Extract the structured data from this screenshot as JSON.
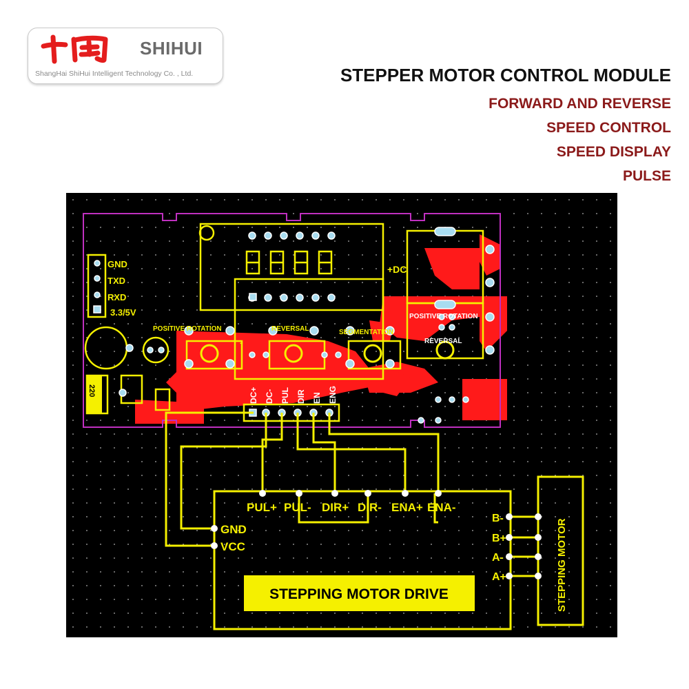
{
  "header": {
    "brand": "SHIHUI",
    "company": "ShangHai ShiHui Intelligent Technology Co. , Ltd.",
    "title": "STEPPER MOTOR CONTROL MODULE",
    "features": [
      "FORWARD AND REVERSE",
      "SPEED CONTROL",
      "SPEED DISPLAY",
      "PULSE"
    ]
  },
  "board": {
    "serial_pins": [
      "GND",
      "TXD",
      "RXD",
      "3.3/5V"
    ],
    "button_labels": {
      "left": "POSITIVE ROTATION",
      "middle": "REVERSAL",
      "right": "SEGMENTATION"
    },
    "side_labels": {
      "positive": "POSITIVE ROTATION",
      "reversal": "REVERSAL"
    },
    "plus_marks": {
      "dc": "+DC",
      "minus": "-"
    },
    "connector_pins": [
      "DC+",
      "DC-",
      "PUL",
      "DIR",
      "EN",
      "ENG"
    ],
    "capacitor_label": "220"
  },
  "driver": {
    "title": "STEPPING MOTOR DRIVE",
    "top_pins": [
      "PUL+",
      "PUL-",
      "DIR+",
      "DIR-",
      "ENA+",
      "ENA-"
    ],
    "power_pins": [
      "GND",
      "VCC"
    ],
    "motor_pins": [
      "B-",
      "B+",
      "A-",
      "A+"
    ]
  },
  "motor": {
    "label": "STEPPING MOTOR"
  },
  "colors": {
    "background": "#000000",
    "trace": "#f5f000",
    "copper": "#ff1a1a",
    "outline": "#c030c0",
    "pad": "#a8dcf0",
    "title_red": "#8b1a1a"
  }
}
